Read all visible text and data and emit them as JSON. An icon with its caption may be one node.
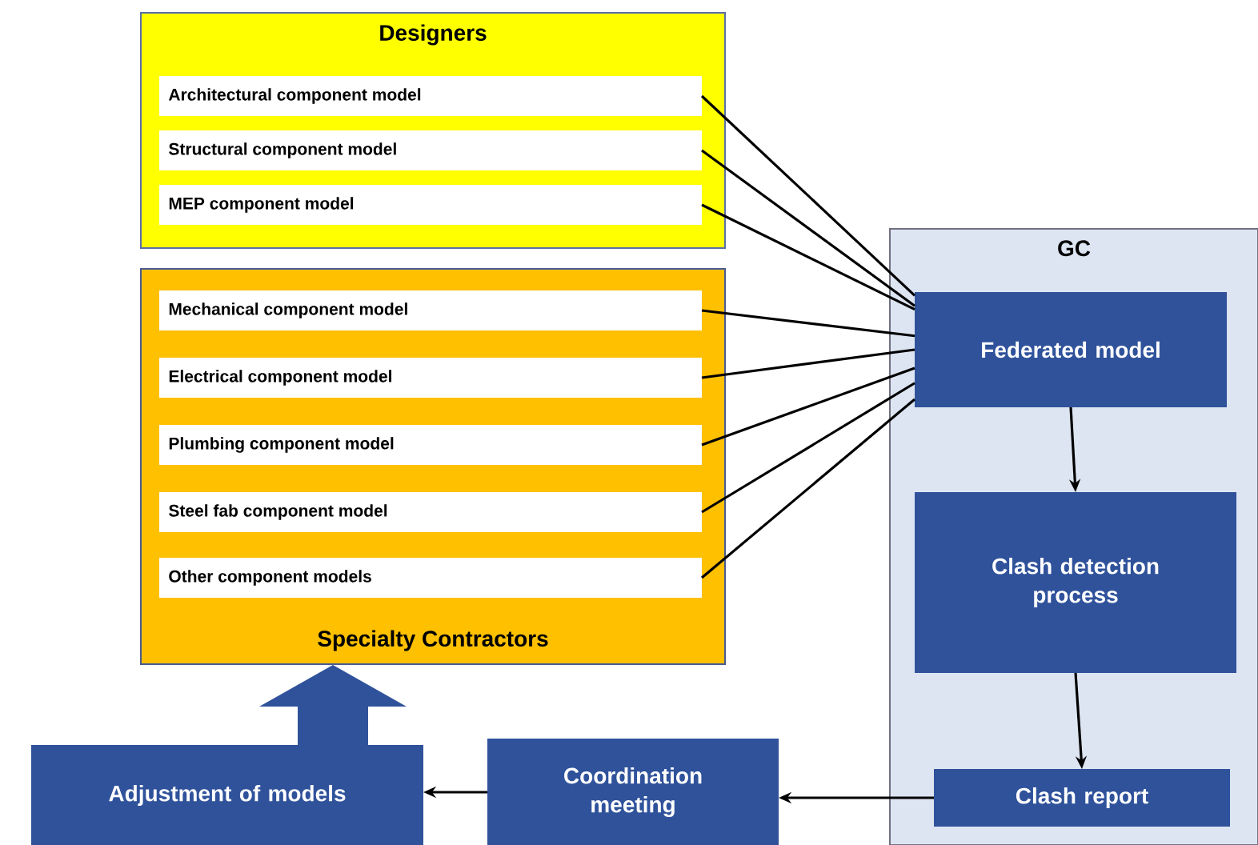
{
  "diagram": {
    "nodes": [
      {
        "text": [
          "Designers"
        ]
      },
      {
        "text": [
          "Architectural component model"
        ],
        "in": 0
      },
      {
        "text": [
          "Structural component model"
        ],
        "in": 0
      },
      {
        "text": [
          "MEP component model"
        ],
        "in": 0
      },
      {
        "text": [
          "Specialty Contractors"
        ]
      },
      {
        "text": [
          "Mechanical component model"
        ],
        "in": 4
      },
      {
        "text": [
          "Electrical component model"
        ],
        "in": 4
      },
      {
        "text": [
          "Plumbing component model"
        ],
        "in": 4
      },
      {
        "text": [
          "Steel fab component model"
        ],
        "in": 4
      },
      {
        "text": [
          "Other component models"
        ],
        "in": 4
      },
      {
        "text": [
          "GC"
        ]
      },
      {
        "text": [
          "Federated model"
        ],
        "in": 10
      },
      {
        "text": [
          "Clash detection process"
        ],
        "in": 10
      },
      {
        "text": [
          "Clash report"
        ],
        "in": 10
      },
      {
        "text": [
          "Coordination meeting"
        ]
      },
      {
        "text": [
          "Adjustment of models"
        ]
      }
    ],
    "edges": [
      {
        "from": 1,
        "to": 11,
        "arrow": "none"
      },
      {
        "from": 2,
        "to": 11,
        "arrow": "none"
      },
      {
        "from": 3,
        "to": 11,
        "arrow": "none"
      },
      {
        "from": 5,
        "to": 11,
        "arrow": "none"
      },
      {
        "from": 6,
        "to": 11,
        "arrow": "none"
      },
      {
        "from": 7,
        "to": 11,
        "arrow": "none"
      },
      {
        "from": 8,
        "to": 11,
        "arrow": "none"
      },
      {
        "from": 9,
        "to": 11,
        "arrow": "none"
      },
      {
        "from": 11,
        "to": 12,
        "arrow": "to"
      },
      {
        "from": 12,
        "to": 13,
        "arrow": "to"
      },
      {
        "from": 13,
        "to": 14,
        "arrow": "to"
      },
      {
        "from": 14,
        "to": 15,
        "arrow": "to"
      },
      {
        "from": 15,
        "to": 4,
        "arrow": "to",
        "style": "thick",
        "color": "#2f529b"
      }
    ]
  }
}
